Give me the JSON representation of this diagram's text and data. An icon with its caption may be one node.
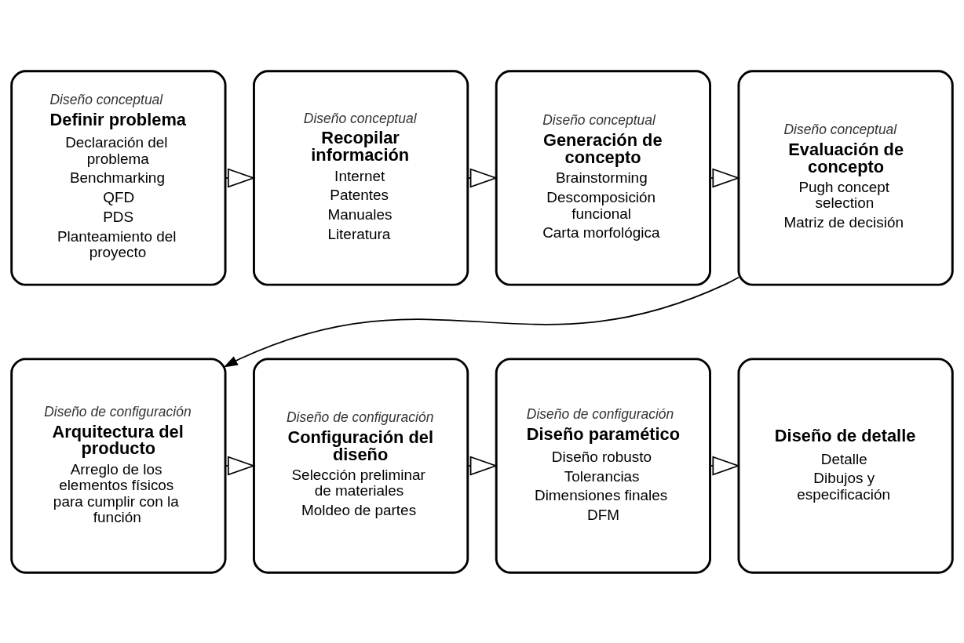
{
  "diagram": {
    "nodes": [
      {
        "text": [
          "Diseño conceptual",
          "Definir problema",
          "Declaración del problema",
          "Benchmarking",
          "QFD",
          "PDS",
          "Planteamiento del proyecto"
        ]
      },
      {
        "text": [
          "Diseño conceptual",
          "Recopilar información",
          "Internet",
          "Patentes",
          "Manuales",
          "Literatura"
        ]
      },
      {
        "text": [
          "Diseño conceptual",
          "Generación de concepto",
          "Brainstorming",
          "Descomposición funcional",
          "Carta morfológica"
        ]
      },
      {
        "text": [
          "Diseño conceptual",
          "Evaluación de concepto",
          "Pugh concept selection",
          "Matriz de decisión"
        ]
      },
      {
        "text": [
          "Diseño de configuración",
          "Arquitectura del producto",
          "Arreglo de los elementos físicos para cumplir con la función"
        ]
      },
      {
        "text": [
          "Diseño de configuración",
          "Configuración del diseño",
          "Selección preliminar de materiales",
          "Moldeo de partes"
        ]
      },
      {
        "text": [
          "Diseño de configuración",
          "Diseño paramético",
          "Diseño robusto",
          "Tolerancias",
          "Dimensiones finales",
          "DFM"
        ]
      },
      {
        "text": [
          "Diseño de detalle",
          "Detalle",
          "Dibujos y especificación"
        ]
      }
    ],
    "edges": [
      {
        "from": 0,
        "to": 1,
        "arrow": "to"
      },
      {
        "from": 1,
        "to": 2,
        "arrow": "to"
      },
      {
        "from": 2,
        "to": 3,
        "arrow": "to"
      },
      {
        "from": 3,
        "to": 4,
        "arrow": "to"
      },
      {
        "from": 4,
        "to": 5,
        "arrow": "to"
      },
      {
        "from": 5,
        "to": 6,
        "arrow": "to"
      },
      {
        "from": 6,
        "to": 7,
        "arrow": "to"
      }
    ]
  }
}
